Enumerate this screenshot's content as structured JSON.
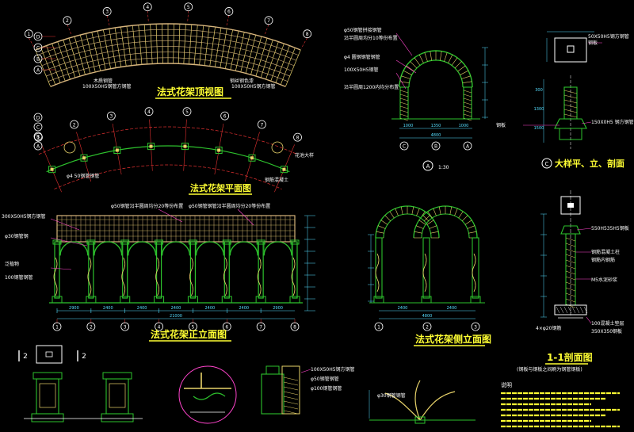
{
  "titles": {
    "top_view": "法式花架顶视图",
    "plan_view": "法式花架平面图",
    "front_view": "法式花架正立面图",
    "side_view": "法式花架侧立面图",
    "section_1_1": "1-1剖面图",
    "detail_c": "大样平、立、剖面",
    "detail_c_letter": "C"
  },
  "grid_labels": {
    "top_row": [
      "1",
      "2",
      "3",
      "4",
      "5",
      "6",
      "7",
      "8"
    ],
    "top_left": [
      "D",
      "C",
      "B",
      "A"
    ],
    "front_bottom": [
      "1",
      "2",
      "3",
      "4",
      "5",
      "6",
      "7",
      "8"
    ],
    "side_bottom": [
      "1",
      "2",
      "3"
    ],
    "arch_bottom": [
      "C",
      "B",
      "A"
    ],
    "detail_a_letter": "A",
    "detail_a_scale": "1:30",
    "marker_2": "2"
  },
  "notes": {
    "n1": "木质钢管",
    "n2": "100X50H5钢管方钢管",
    "n3": "钢丝钢色漆",
    "n4": "φ50钢管沿半圆周均分20等份布置",
    "n5": "φ50钢管钢管沿半圆周均分20等份布置",
    "n6": "φ4 圆钢钢管钢管",
    "n7": "沿半圆周均分10等份布置",
    "n8": "100X50H5钢管",
    "n9": "沿半圆周1200内均分布置",
    "n10": "100X50H5钢方钢管",
    "n11": "φ30钢管钢管",
    "n12": "花池大样",
    "n13": "φ4 50钢管钢管",
    "n14": "钢筋混凝土",
    "n15": "300X50H5钢方钢管",
    "n16": "φ30钢管钢",
    "n17": "泛植物",
    "n18": "100钢管钢管",
    "n19": "50X50H5钢方钢管",
    "n20": "钢板",
    "n21": "150X0H5 钢方钢管",
    "n22": "钢板",
    "n23": "550H535H5钢板",
    "n24": "钢筋混凝土柱",
    "n25": "钢筋内钢筋",
    "n26": "M5水泥砂浆",
    "n27": "100混凝土垫层",
    "n28": "350X350钢板",
    "n29": "(钢板与钢板之间刷为钢管钢板)",
    "n30": "4×φ20钢筋",
    "n31": "φ50钢管拼接钢管",
    "n32": "100X50H5钢方钢管",
    "n33": "φ50钢管钢管",
    "n34": "φ100钢管钢管",
    "n35": "说明"
  },
  "dims": {
    "front": [
      "2900",
      "2400",
      "2400",
      "2400",
      "2400",
      "2400",
      "2900"
    ],
    "front_total": "21000",
    "side": [
      "2400",
      "2400"
    ],
    "side_total": "4800",
    "arch": [
      "1000",
      "1350",
      "1000"
    ],
    "arch_total": "4800",
    "detail": [
      "300",
      "1300",
      "1500"
    ]
  },
  "colors": {
    "background": "#000000",
    "structure_green": "#2dc22d",
    "lattice_yellow": "#e8d36a",
    "timber_tan": "#d6b47c",
    "dimension_cyan": "#55ddff",
    "grid_red": "#e03030",
    "text_white": "#ffffff",
    "callout_magenta": "#ff44cc",
    "annotation_yellow": "#ffff33"
  }
}
